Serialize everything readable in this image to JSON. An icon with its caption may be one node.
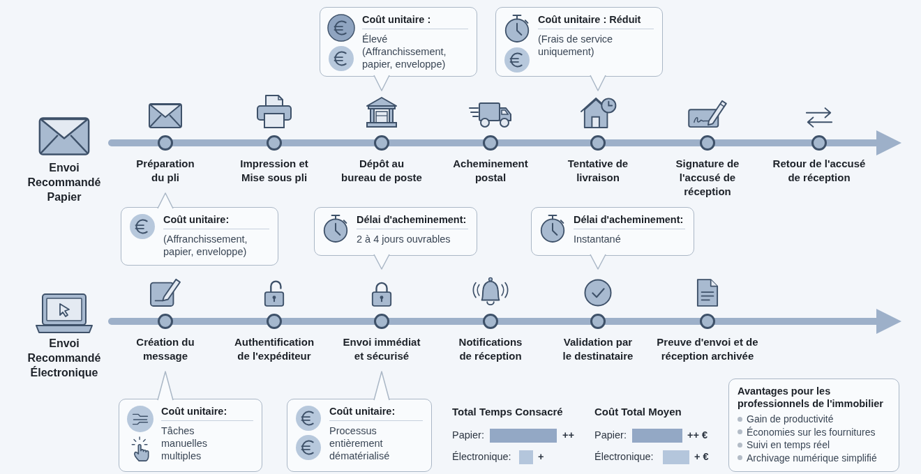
{
  "diagram": {
    "nodes": [
      {
        "text": [
          "Coût unitaire :",
          "Élevé (Affranchissement, papier, enveloppe)"
        ]
      },
      {
        "text": [
          "Coût unitaire : Réduit",
          "(Frais de service uniquement)"
        ]
      },
      {
        "text": [
          "Préparation du pli"
        ]
      },
      {
        "text": [
          "Impression et Mise sous pli"
        ]
      },
      {
        "text": [
          "Dépôt au bureau de poste"
        ]
      },
      {
        "text": [
          "Acheminement postal"
        ]
      },
      {
        "text": [
          "Tentative de livraison"
        ]
      },
      {
        "text": [
          "Signature de l'accusé de réception"
        ]
      },
      {
        "text": [
          "Retour de l'accusé de réception"
        ]
      },
      {
        "text": [
          "Coût unitaire:",
          "(Affranchissement, papier, enveloppe)"
        ]
      },
      {
        "text": [
          "Délai d'acheminement:",
          "2 à 4 jours ouvrables"
        ]
      },
      {
        "text": [
          "Délai d'acheminement:",
          "Instantané"
        ]
      },
      {
        "text": [
          "Création du message"
        ]
      },
      {
        "text": [
          "Authentification de l'expéditeur"
        ]
      },
      {
        "text": [
          "Envoi immédiat et sécurisé"
        ]
      },
      {
        "text": [
          "Notifications de réception"
        ]
      },
      {
        "text": [
          "Validation par le destinataire"
        ]
      },
      {
        "text": [
          "Preuve d'envoi et de réception archivée"
        ]
      },
      {
        "text": [
          "Coût unitaire:",
          "Tâches manuelles multiples"
        ]
      },
      {
        "text": [
          "Coût unitaire:",
          "Processus entièrement dématérialisé"
        ]
      },
      {
        "text": [
          "Avantages pour les professionnels de l'immobilier",
          "Gain de productivité",
          "Économies sur les fournitures",
          "Suivi en temps réel",
          "Archivage numérique simplifié"
        ]
      }
    ],
    "edges": [
      {
        "from": 0,
        "to": 4,
        "arrow": "to"
      },
      {
        "from": 1,
        "to": 6,
        "arrow": "to"
      },
      {
        "from": 9,
        "to": 2,
        "arrow": "to"
      },
      {
        "from": 10,
        "to": 14,
        "arrow": "to"
      },
      {
        "from": 11,
        "to": 16,
        "arrow": "to"
      },
      {
        "from": 18,
        "to": 12,
        "arrow": "to"
      },
      {
        "from": 19,
        "to": 14,
        "arrow": "to"
      }
    ],
    "labels": [
      "Envoi Recommandé Papier",
      "Envoi Recommandé Électronique",
      "Total Temps Consacré",
      "Papier:",
      "++",
      "Électronique:",
      "+",
      "Coût Total Moyen",
      "Papier:",
      "++ €",
      "Électronique:",
      "+ €"
    ]
  }
}
